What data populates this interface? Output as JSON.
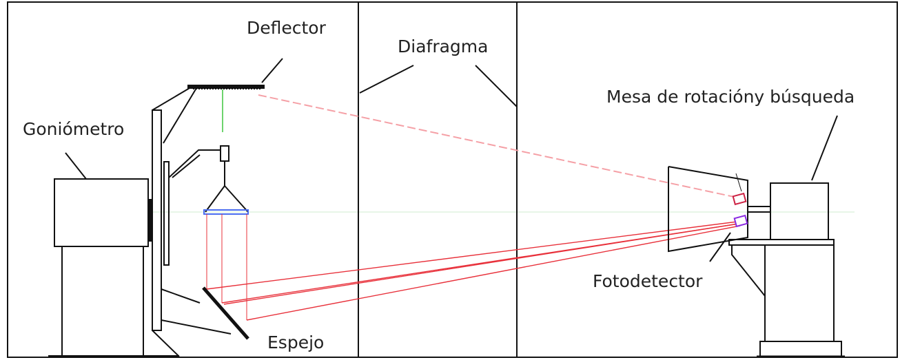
{
  "labels": {
    "deflector": "Deflector",
    "diafragma": "Diafragma",
    "goniometro": "Goniómetro",
    "mesa": "Mesa de rotacióny búsqueda",
    "fotodetector": "Fotodetector",
    "espejo": "Espejo"
  },
  "colors": {
    "outline": "#111111",
    "laser": "#e8303a",
    "laser_faint": "#f5a0a6",
    "green_beam": "#3cc43c",
    "blue_lens": "#4a6cf0",
    "sensor_red": "#cc2244",
    "sensor_purple": "#8a2be2"
  }
}
